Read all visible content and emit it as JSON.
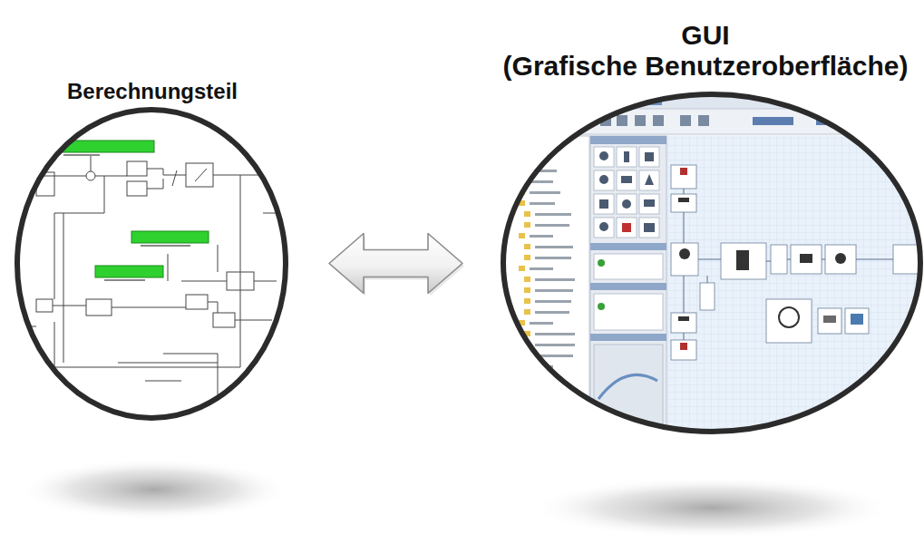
{
  "diagram": {
    "nodes": [
      {
        "text": [
          "Berechnungsteil"
        ]
      },
      {
        "text": [
          "GUI",
          "(Grafische Benutzeroberfläche)"
        ]
      }
    ],
    "edges": [
      {
        "from": 0,
        "to": 1,
        "arrow": "both"
      }
    ]
  }
}
